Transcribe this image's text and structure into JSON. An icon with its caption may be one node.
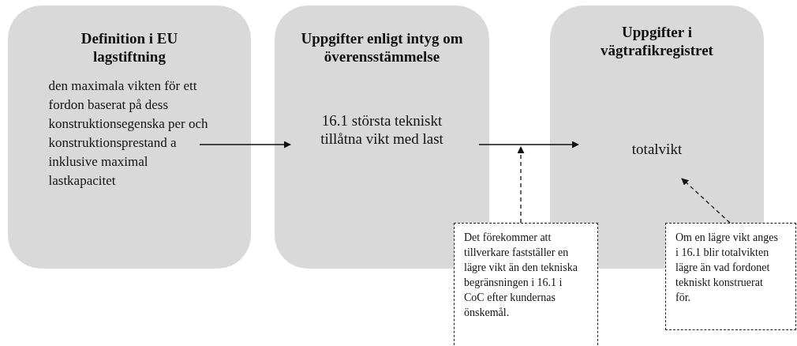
{
  "diagram": {
    "nodes": [
      {
        "text": [
          "Definition i EU lagstiftning",
          "den maximala vikten för ett fordon baserat på dess konstruktionsegenska per och konstruktionsprestand a inklusive maximal lastkapacitet"
        ]
      },
      {
        "text": [
          "Uppgifter enligt intyg om överensstämmelse",
          "16.1 största tekniskt tillåtna vikt med last"
        ]
      },
      {
        "text": [
          "Uppgifter i vägtrafikregistret",
          "totalvikt"
        ]
      },
      {
        "text": [
          "Det förekommer att tillverkare fastställer en lägre vikt än den tekniska begränsningen i 16.1 i CoC efter kundernas önskemål."
        ]
      },
      {
        "text": [
          "Om en lägre vikt anges i 16.1 blir totalvikten lägre än vad fordonet tekniskt konstruerat för."
        ]
      }
    ],
    "edges": [
      {
        "from": 0,
        "to": 1,
        "arrow": "to"
      },
      {
        "from": 1,
        "to": 2,
        "arrow": "to"
      },
      {
        "from": 3,
        "to": null,
        "arrow": "to",
        "style": "dashed"
      },
      {
        "from": 4,
        "to": 2,
        "arrow": "to",
        "style": "dashed"
      }
    ]
  }
}
